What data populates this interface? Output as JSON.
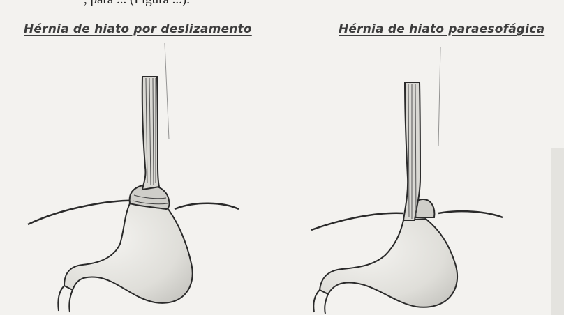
{
  "top_caption": ", para ... (Figura ...).",
  "panels": [
    {
      "title": "Hérnia de hiato por deslizamento"
    },
    {
      "title": "Hérnia de hiato paraesofágica"
    }
  ],
  "colors": {
    "ink": "#2a2a2a",
    "stomach_fill": "#e6e5e1",
    "background": "#f3f2ef"
  }
}
